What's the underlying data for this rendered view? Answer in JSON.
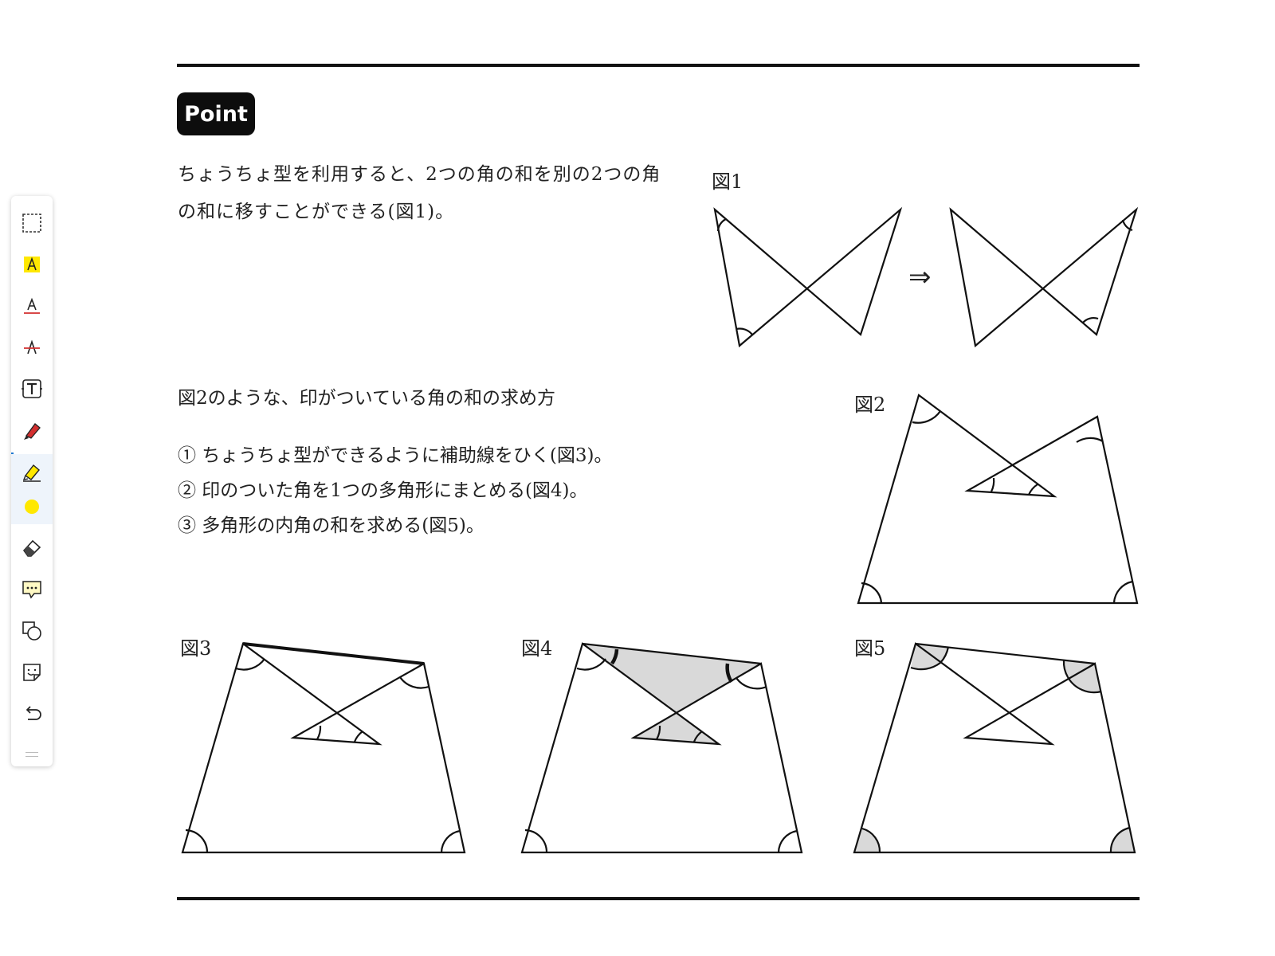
{
  "header": {
    "badge": "Point"
  },
  "intro": {
    "line1": "ちょうちょ型を利用すると、2つの角の和を別の2つの角",
    "line2": "の和に移すことができる(図1)。"
  },
  "section": {
    "title": "図2のような、印がついている角の和の求め方",
    "steps": [
      "① ちょうちょ型ができるように補助線をひく(図3)。",
      "② 印のついた角を1つの多角形にまとめる(図4)。",
      "③ 多角形の内角の和を求める(図5)。"
    ]
  },
  "figures": {
    "fig1": "図1",
    "fig2": "図2",
    "fig3": "図3",
    "fig4": "図4",
    "fig5": "図5",
    "arrow": "⇒"
  },
  "colors": {
    "accent": "#1f78d1",
    "highlight": "#ffe800",
    "pen_red": "#d32f2f",
    "shade": "#d9d9d9"
  },
  "toolbar": {
    "tools": [
      {
        "name": "select",
        "icon": "dashed-rect-icon"
      },
      {
        "name": "highlight-text",
        "icon": "highlight-a-icon"
      },
      {
        "name": "underline",
        "icon": "underline-a-icon"
      },
      {
        "name": "strikethrough",
        "icon": "strike-a-icon"
      },
      {
        "name": "text-box",
        "icon": "text-box-icon"
      },
      {
        "name": "pen",
        "icon": "red-pen-icon"
      },
      {
        "name": "highlighter",
        "icon": "yellow-highlighter-icon",
        "active": true
      },
      {
        "name": "color",
        "icon": "yellow-dot-icon"
      },
      {
        "name": "eraser",
        "icon": "eraser-icon"
      },
      {
        "name": "comment",
        "icon": "comment-icon"
      },
      {
        "name": "shapes",
        "icon": "shapes-icon"
      },
      {
        "name": "sticker",
        "icon": "sticker-icon"
      },
      {
        "name": "undo",
        "icon": "undo-icon"
      },
      {
        "name": "handle",
        "icon": "drag-handle-icon"
      }
    ]
  }
}
